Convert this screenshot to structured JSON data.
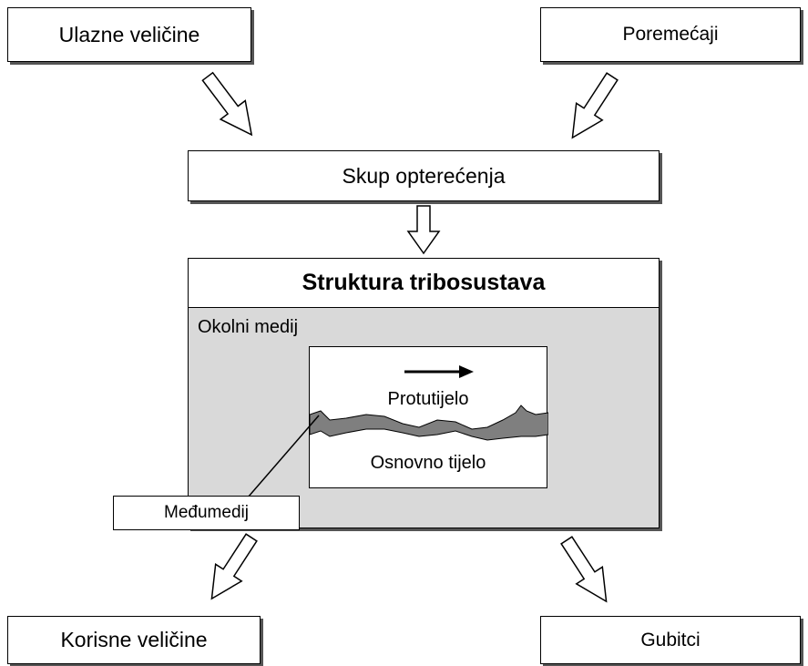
{
  "inputs_box": {
    "label": "Ulazne veličine"
  },
  "disturbances_box": {
    "label": "Poremećaji"
  },
  "loads_box": {
    "label": "Skup opterećenja"
  },
  "structure": {
    "title": "Struktura tribosustava",
    "surrounding_medium": "Okolni medij",
    "counter_body": "Protutijelo",
    "base_body": "Osnovno tijelo",
    "interface_medium": "Međumedij"
  },
  "useful_box": {
    "label": "Korisne veličine"
  },
  "losses_box": {
    "label": "Gubitci"
  },
  "colors": {
    "structure_fill": "#d9d9d9",
    "interface_fill": "#7f7f7f",
    "shadow": "#555555"
  }
}
